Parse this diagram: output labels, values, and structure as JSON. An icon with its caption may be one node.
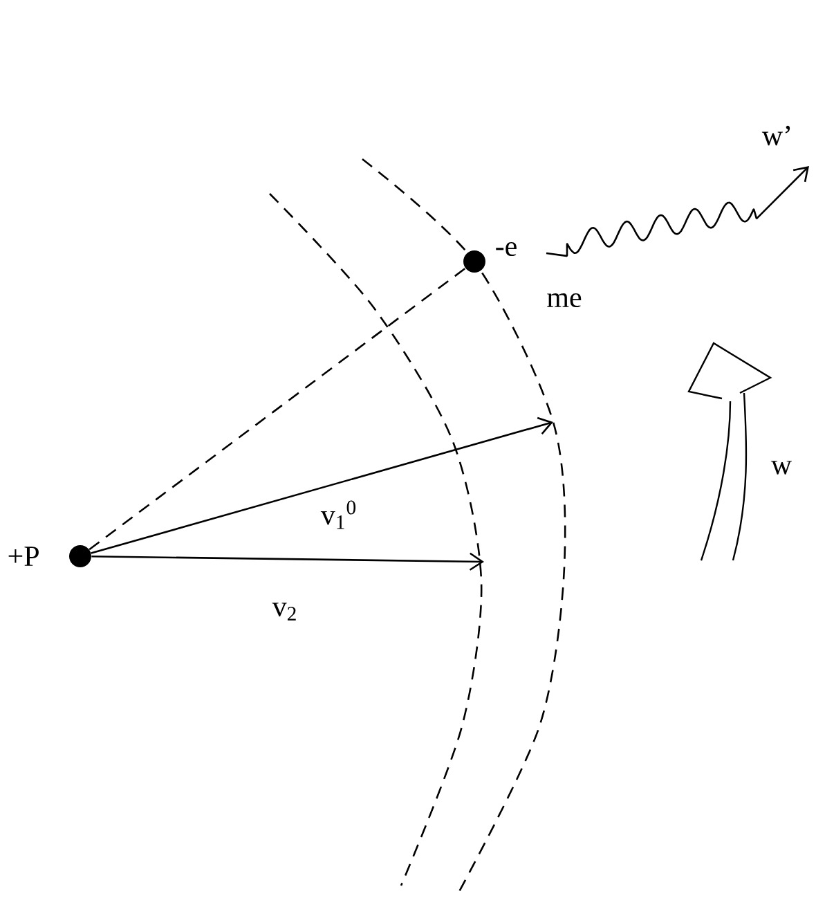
{
  "diagram": {
    "nodes": [
      {
        "text": [],
        "shape": "circle",
        "beside": [
          "+P"
        ]
      },
      {
        "text": [],
        "shape": "circle",
        "beside": [
          "-e",
          "me"
        ]
      }
    ],
    "edges": [
      {
        "from": 0,
        "to": null,
        "arrow": "to",
        "label": "v$_{1}$$^{0}$"
      },
      {
        "from": 0,
        "to": null,
        "arrow": "to",
        "label": "v$_{2}$"
      },
      {
        "from": 0,
        "to": 1,
        "arrow": "none",
        "style": "dashed"
      },
      {
        "from": 1,
        "to": null,
        "arrow": "to",
        "label": "w’"
      }
    ],
    "labels": [
      "w"
    ]
  }
}
